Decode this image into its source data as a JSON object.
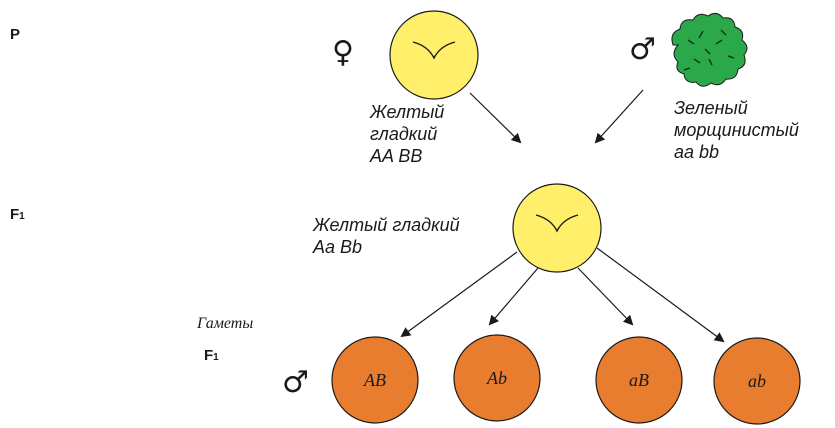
{
  "generations": {
    "p": "P",
    "f1_top": "F",
    "f1_top_sub": "1",
    "f1_bottom": "F",
    "f1_bottom_sub": "1"
  },
  "symbols": {
    "female": "♀",
    "male": "♂",
    "male_bottom": "♂"
  },
  "parents": {
    "female": {
      "line1": "Желтый",
      "line2": "гладкий",
      "genotype": "AA BB"
    },
    "male": {
      "line1": "Зеленый",
      "line2": "морщинистый",
      "genotype": "aa bb"
    }
  },
  "hybrid": {
    "phenotype": "Желтый гладкий",
    "genotype": "Aa Bb"
  },
  "gametes_title": "Гаметы",
  "gametes": [
    "AB",
    "Ab",
    "aB",
    "ab"
  ],
  "colors": {
    "yellow_seed": "#ffef6b",
    "green_seed": "#2aa84a",
    "gamete": "#e87d2f",
    "outline": "#1a1a1a"
  }
}
